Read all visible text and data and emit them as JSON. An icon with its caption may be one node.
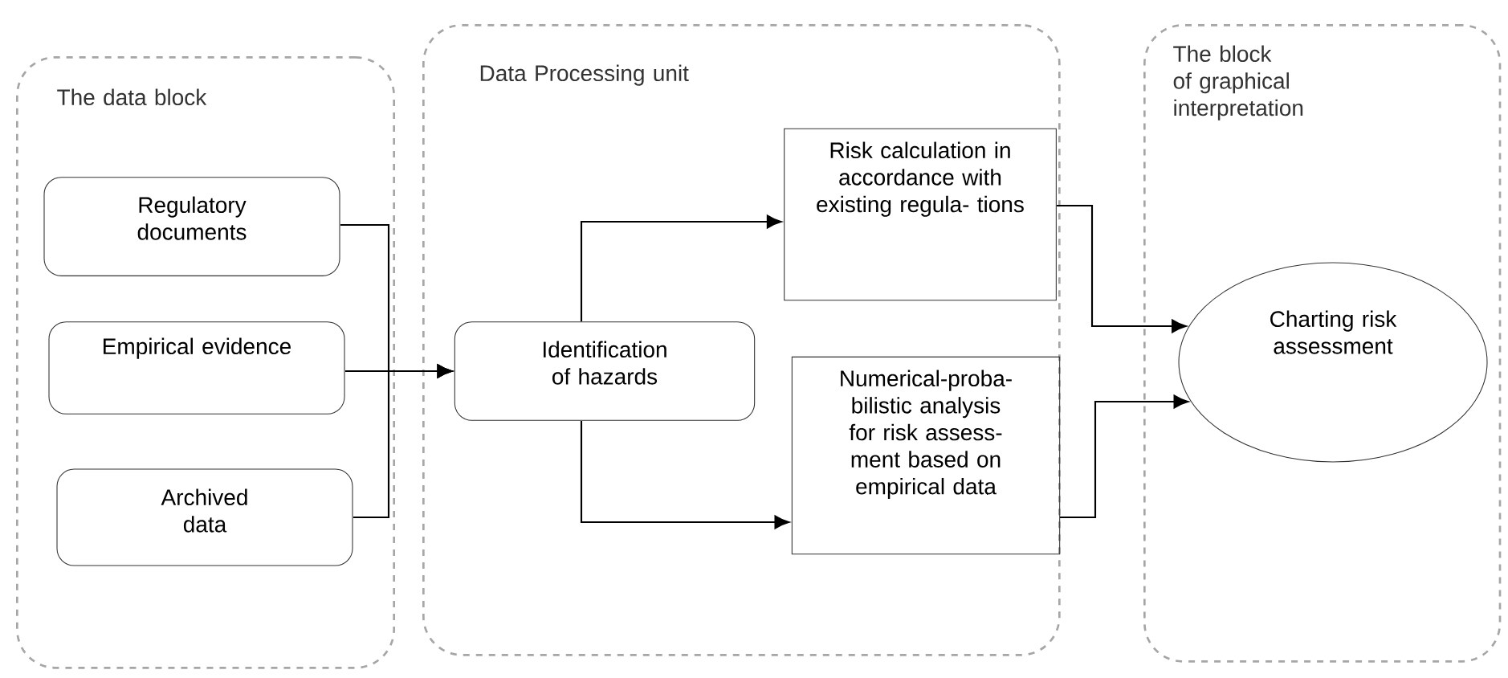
{
  "diagram": {
    "nodes": [
      {
        "text": [
          "The data block"
        ]
      },
      {
        "text": [
          "Regulatory documents"
        ],
        "in": 0
      },
      {
        "text": [
          "Empirical evidence"
        ],
        "in": 0
      },
      {
        "text": [
          "Archived data"
        ],
        "in": 0
      },
      {
        "text": [
          "Data Processing unit"
        ]
      },
      {
        "text": [
          "Identification of hazards"
        ],
        "in": 4
      },
      {
        "text": [
          "Risk calculation in accordance with existing regula- tions"
        ],
        "in": 4
      },
      {
        "text": [
          "Numerical-proba- bilistic analysis for risk assess- ment based on empirical data"
        ],
        "in": 4
      },
      {
        "text": [
          "The block of graphical interpretation"
        ]
      },
      {
        "text": [
          "Charting risk assessment"
        ],
        "in": 8
      }
    ],
    "edges": [
      {
        "from": 1,
        "to": 5,
        "arrow": "to"
      },
      {
        "from": 2,
        "to": 5,
        "arrow": "to"
      },
      {
        "from": 3,
        "to": 5,
        "arrow": "to"
      },
      {
        "from": 5,
        "to": 6,
        "arrow": "to"
      },
      {
        "from": 5,
        "to": 7,
        "arrow": "to"
      },
      {
        "from": 6,
        "to": 9,
        "arrow": "to"
      },
      {
        "from": 7,
        "to": 9,
        "arrow": "to"
      }
    ]
  }
}
